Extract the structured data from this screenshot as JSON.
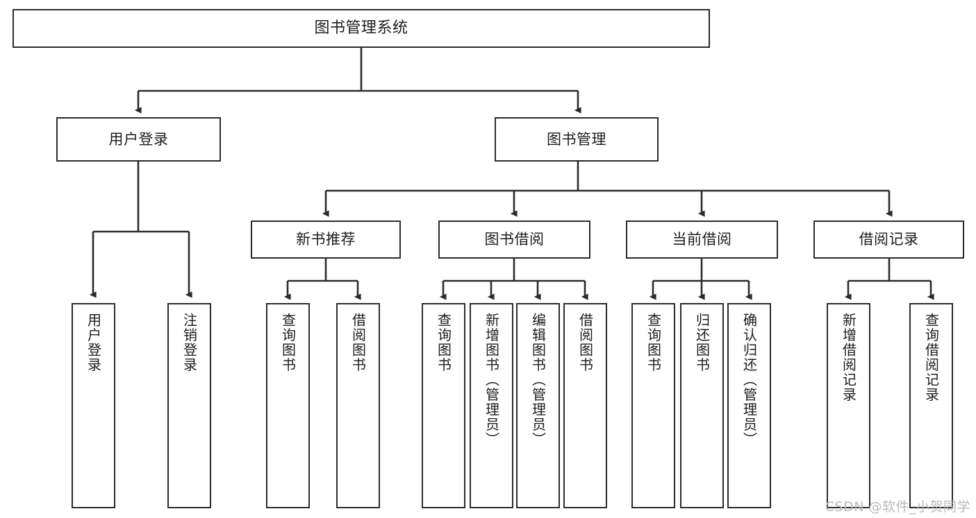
{
  "diagram": {
    "title": "图书管理系统",
    "type": "tree-hierarchy-diagram",
    "root": {
      "id": "root",
      "label": "图书管理系统"
    },
    "level2": [
      {
        "id": "user-login",
        "label": "用户登录"
      },
      {
        "id": "book-manage",
        "label": "图书管理"
      }
    ],
    "level3": [
      {
        "id": "new-book-rec",
        "label": "新书推荐"
      },
      {
        "id": "book-borrow",
        "label": "图书借阅"
      },
      {
        "id": "current-borrow",
        "label": "当前借阅"
      },
      {
        "id": "borrow-record",
        "label": "借阅记录"
      }
    ],
    "leaves": [
      {
        "id": "leaf-user-login",
        "label": "用户登录",
        "parent": "user-login"
      },
      {
        "id": "leaf-user-logout",
        "label": "注销登录",
        "parent": "user-login"
      },
      {
        "id": "leaf-query-book-1",
        "label": "查询图书",
        "parent": "new-book-rec"
      },
      {
        "id": "leaf-borrow-book-1",
        "label": "借阅图书",
        "parent": "new-book-rec"
      },
      {
        "id": "leaf-query-book-2",
        "label": "查询图书",
        "parent": "book-borrow"
      },
      {
        "id": "leaf-add-book",
        "label": "新增图书（管理员）",
        "parent": "book-borrow"
      },
      {
        "id": "leaf-edit-book",
        "label": "编辑图书（管理员）",
        "parent": "book-borrow"
      },
      {
        "id": "leaf-borrow-book-2",
        "label": "借阅图书",
        "parent": "book-borrow"
      },
      {
        "id": "leaf-query-book-3",
        "label": "查询图书",
        "parent": "current-borrow"
      },
      {
        "id": "leaf-return-book",
        "label": "归还图书",
        "parent": "current-borrow"
      },
      {
        "id": "leaf-confirm-return",
        "label": "确认归还（管理员）",
        "parent": "current-borrow"
      },
      {
        "id": "leaf-add-record",
        "label": "新增借阅记录",
        "parent": "borrow-record"
      },
      {
        "id": "leaf-query-record",
        "label": "查询借阅记录",
        "parent": "borrow-record"
      }
    ],
    "colors": {
      "border": "#2b2b2b",
      "background": "#ffffff",
      "text": "#1d1d1d",
      "edge": "#2b2b2b",
      "watermark": "#b9b9b9"
    }
  },
  "watermark": {
    "text": "CSDN @软件_小贺同学"
  }
}
